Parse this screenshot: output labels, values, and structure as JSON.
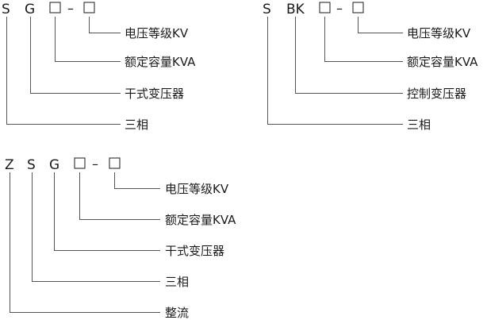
{
  "diagrams": [
    {
      "codes": [
        "S",
        "G"
      ],
      "dash": "–",
      "labels": [
        "电压等级KV",
        "额定容量KVA",
        "干式变压器",
        "三相"
      ]
    },
    {
      "codes": [
        "S",
        "BK"
      ],
      "dash": "–",
      "labels": [
        "电压等级KV",
        "额定容量KVA",
        "控制变压器",
        "三相"
      ]
    },
    {
      "codes": [
        "Z",
        "S",
        "G"
      ],
      "dash": "–",
      "labels": [
        "电压等级KV",
        "额定容量KVA",
        "干式变压器",
        "三相",
        "整流"
      ]
    }
  ]
}
